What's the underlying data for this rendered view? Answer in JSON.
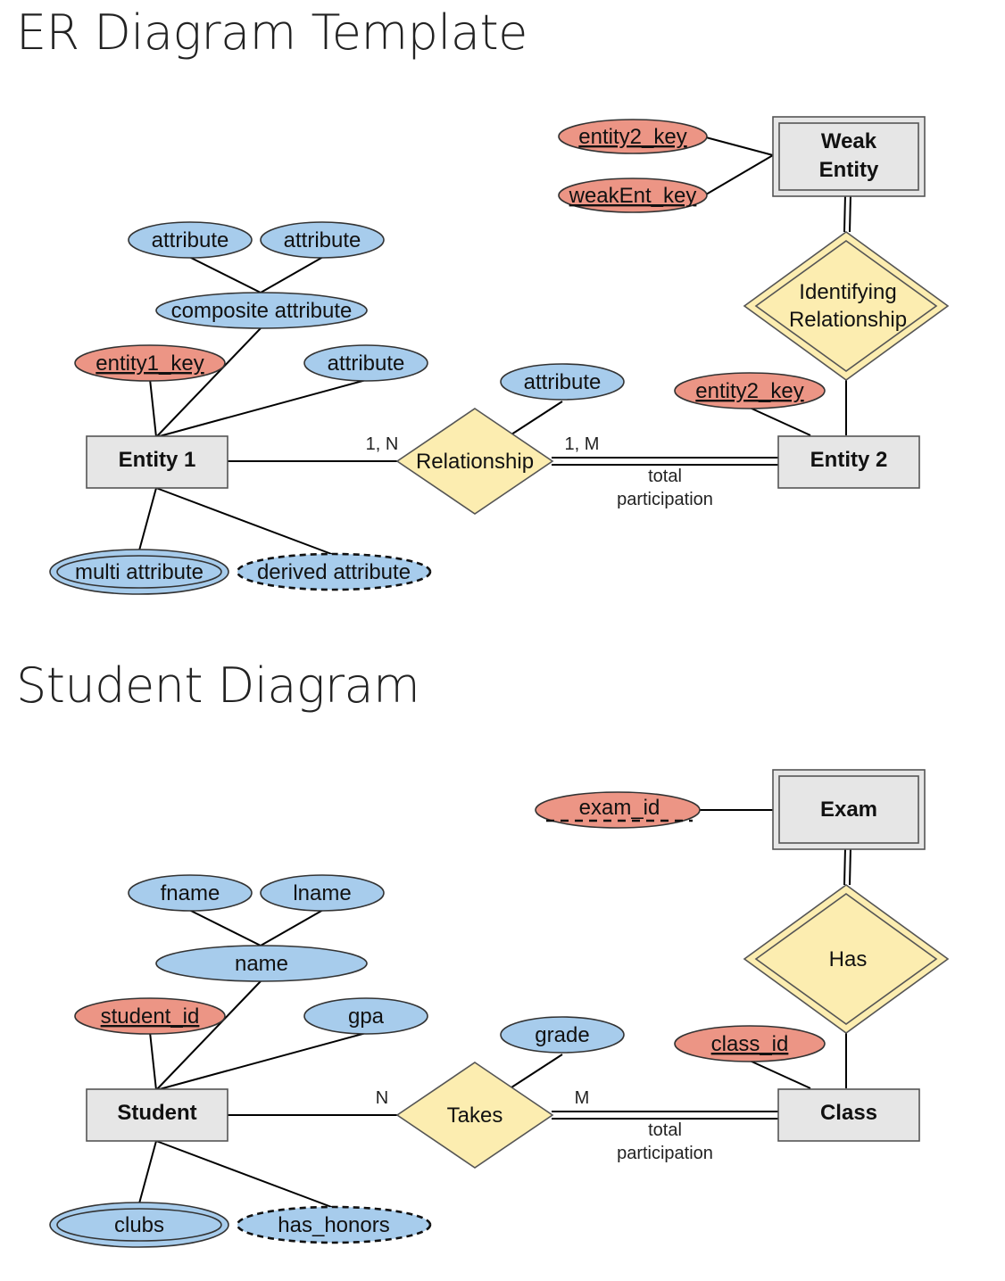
{
  "template": {
    "title": "ER Diagram Template",
    "attributes": {
      "entity2_key_top": "entity2_key",
      "weakent_key": "weakEnt_key",
      "attr_a": "attribute",
      "attr_b": "attribute",
      "composite": "composite attribute",
      "entity1_key": "entity1_key",
      "attr_c": "attribute",
      "rel_attr": "attribute",
      "entity2_key": "entity2_key",
      "multi": "multi attribute",
      "derived": "derived attribute"
    },
    "entities": {
      "weak_line1": "Weak",
      "weak_line2": "Entity",
      "entity1": "Entity 1",
      "entity2": "Entity 2"
    },
    "relationships": {
      "identifying_line1": "Identifying",
      "identifying_line2": "Relationship",
      "relationship": "Relationship"
    },
    "labels": {
      "card_left": "1, N",
      "card_right": "1, M",
      "total_line1": "total",
      "total_line2": "participation"
    }
  },
  "student": {
    "title": "Student Diagram",
    "attributes": {
      "exam_id": "exam_id",
      "fname": "fname",
      "lname": "lname",
      "name": "name",
      "student_id": "student_id",
      "gpa": "gpa",
      "grade": "grade",
      "class_id": "class_id",
      "clubs": "clubs",
      "has_honors": "has_honors"
    },
    "entities": {
      "exam": "Exam",
      "student": "Student",
      "class": "Class"
    },
    "relationships": {
      "has": "Has",
      "takes": "Takes"
    },
    "labels": {
      "card_left": "N",
      "card_right": "M",
      "total_line1": "total",
      "total_line2": "participation"
    }
  },
  "colors": {
    "attribute": "#a7ccec",
    "key_attribute": "#ec9585",
    "entity": "#e6e6e6",
    "relationship": "#fcedb0"
  }
}
